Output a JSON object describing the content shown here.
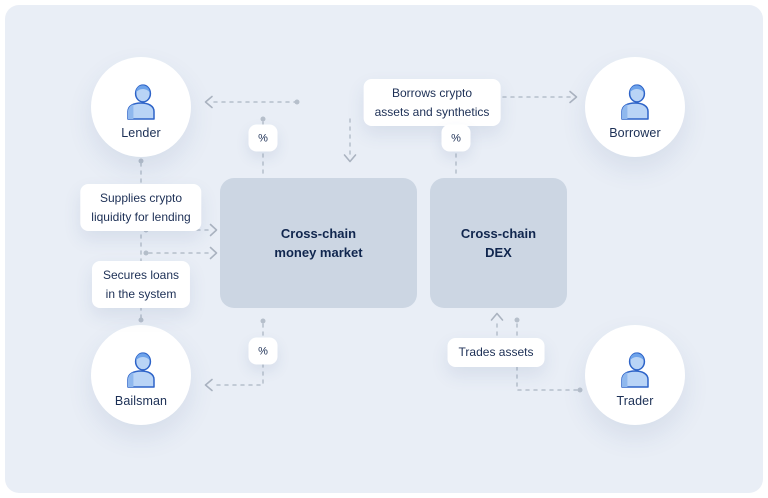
{
  "diagram_type": "flow-diagram",
  "actors": [
    {
      "id": "lender",
      "label": "Lender",
      "position": "top-left"
    },
    {
      "id": "borrower",
      "label": "Borrower",
      "position": "top-right"
    },
    {
      "id": "bailsman",
      "label": "Bailsman",
      "position": "bottom-left"
    },
    {
      "id": "trader",
      "label": "Trader",
      "position": "bottom-right"
    }
  ],
  "boxes": [
    {
      "id": "money-market",
      "lines": [
        "Cross-chain",
        "money market"
      ]
    },
    {
      "id": "dex",
      "lines": [
        "Cross-chain",
        "DEX"
      ]
    }
  ],
  "flow_labels": {
    "borrows": {
      "lines": [
        "Borrows crypto",
        "assets and synthetics"
      ]
    },
    "supplies": {
      "lines": [
        "Supplies crypto",
        "liquidity for lending"
      ]
    },
    "secures": {
      "lines": [
        "Secures loans",
        "in the system"
      ]
    },
    "trades": {
      "lines": [
        "Trades assets"
      ]
    },
    "interest_symbol": "%"
  },
  "colors": {
    "background": "#e9eef6",
    "card_white": "#ffffff",
    "box_fill": "#ccd6e3",
    "text_dark": "#10264e",
    "connector_gray": "#b6bfcb",
    "icon_outline_blue": "#2d63c8",
    "icon_fill_blue": "#b9d4f6"
  }
}
